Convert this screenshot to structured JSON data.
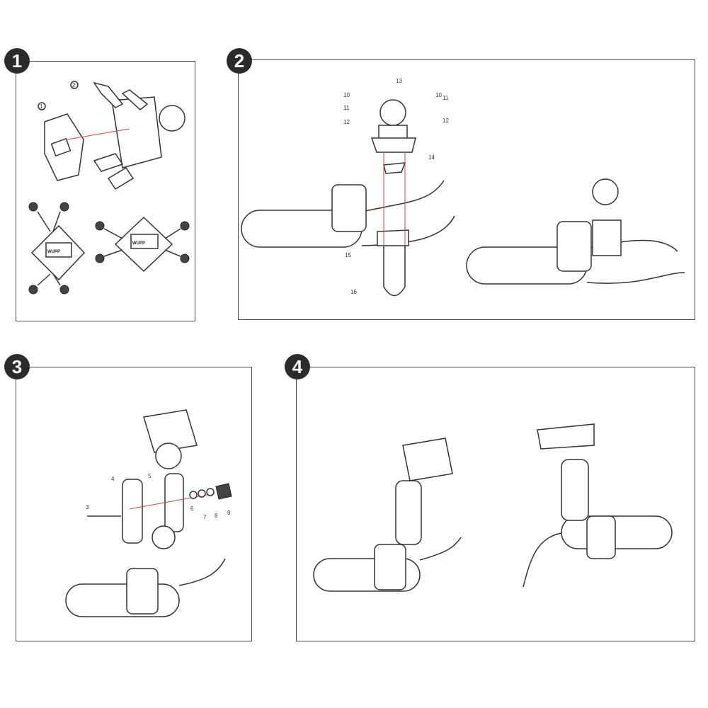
{
  "steps": [
    {
      "number": "1"
    },
    {
      "number": "2"
    },
    {
      "number": "3"
    },
    {
      "number": "4"
    }
  ],
  "callouts": {
    "p1": [
      "1",
      "2"
    ],
    "p2": [
      "10",
      "10",
      "11",
      "11",
      "12",
      "12",
      "13",
      "14",
      "15",
      "16"
    ],
    "p3": [
      "3",
      "4",
      "5",
      "6",
      "7",
      "8",
      "9"
    ]
  },
  "colors": {
    "line": "#333333",
    "guide": "#e23b3b",
    "badge": "#2b2b2b",
    "frame": "#4a4a4a"
  },
  "icons": [
    "wrench-free-mount-diagram",
    "handlebar",
    "ball-joint",
    "u-bolt",
    "phone-cradle"
  ]
}
